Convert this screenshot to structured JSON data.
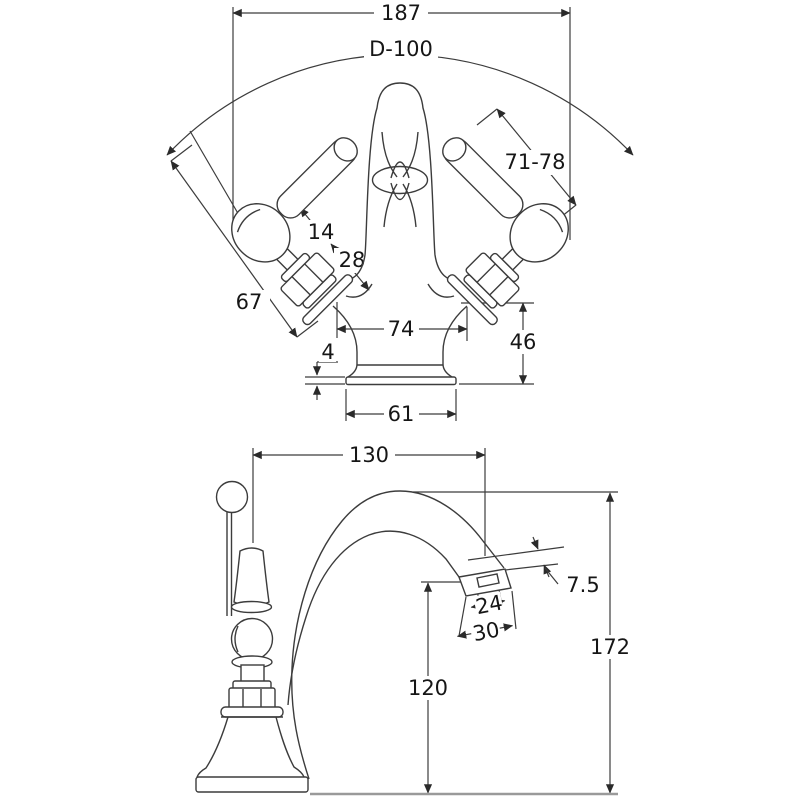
{
  "drawing": {
    "type": "faucet-technical-drawing",
    "line_color": "#3c3c3c",
    "ground_line_color": "#9a9a9a",
    "front_view": {
      "dims": {
        "overall_width": "187",
        "swing_diameter": "D-100",
        "handle_height_range": "71-78",
        "lever_diameter": "14",
        "lever_clearance": "28",
        "handle_length": "67",
        "body_width": "74",
        "body_height": "46",
        "base_plate_thickness": "4",
        "base_width": "61"
      }
    },
    "side_view": {
      "dims": {
        "spout_reach": "130",
        "spout_lip": "7.5",
        "aerator_width": "24",
        "spout_end_width": "30",
        "spout_height": "120",
        "overall_height": "172"
      }
    }
  }
}
